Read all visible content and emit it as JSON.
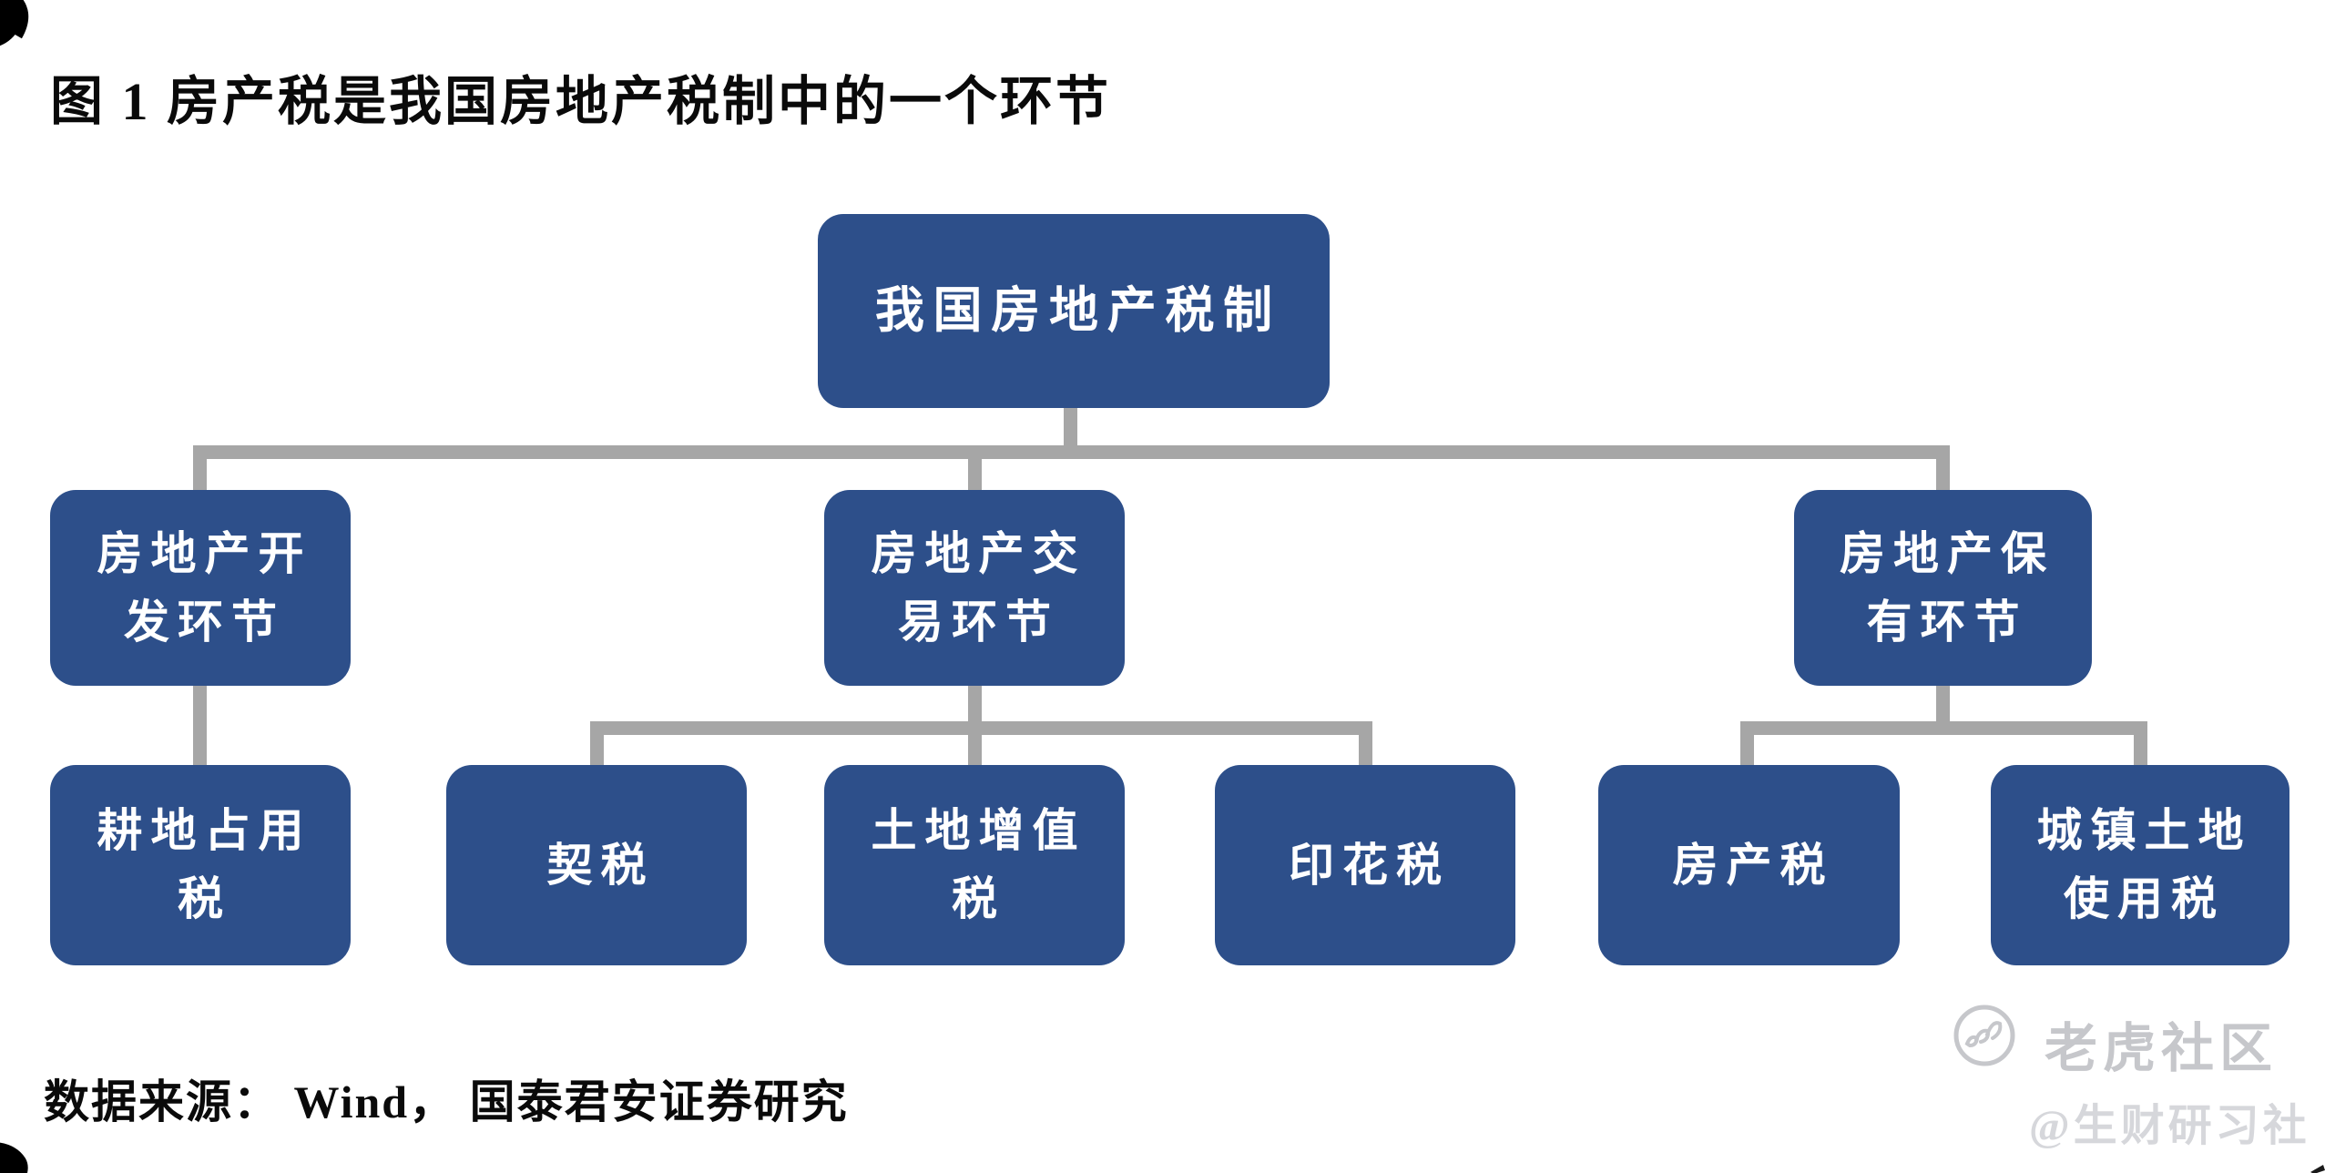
{
  "title": "图 1 房产税是我国房地产税制中的一个环节",
  "tree": {
    "root": {
      "label": "我国房地产税制"
    },
    "branches": [
      {
        "label": "房地产开\n发环节",
        "children": [
          {
            "label": "耕地占用\n税"
          }
        ]
      },
      {
        "label": "房地产交\n易环节",
        "children": [
          {
            "label": "契税"
          },
          {
            "label": "土地增值\n税"
          },
          {
            "label": "印花税"
          }
        ]
      },
      {
        "label": "房地产保\n有环节",
        "children": [
          {
            "label": "房产税"
          },
          {
            "label": "城镇土地\n使用税"
          }
        ]
      }
    ]
  },
  "source": {
    "text": "数据来源： Wind， 国泰君安证券研究"
  },
  "watermark": {
    "logo_icon": "tiger-circle-logo",
    "brand": "老虎社区",
    "handle": "@生财研习社"
  },
  "colors": {
    "box-blue": "#2d4f8a",
    "line-gray": "#a6a6a6",
    "ink": "#0a0a0a",
    "wm-gray": "#c6c7cb",
    "wm-light": "#d6d7db"
  }
}
